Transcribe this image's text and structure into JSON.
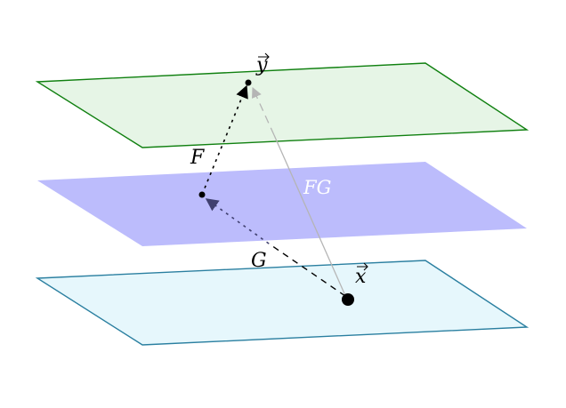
{
  "diagram": {
    "labels": {
      "y_vec": "y",
      "x_vec": "x",
      "F": "F",
      "G": "G",
      "FG": "FG"
    },
    "colors": {
      "plane_top_fill": "#e6f5e6",
      "plane_top_stroke": "#108010",
      "plane_mid_fill": "#bcbcfc",
      "plane_bottom_fill": "#e6f7fc",
      "plane_bottom_stroke": "#2a7fa0",
      "arrow_direct": "#b0b0b0",
      "arrow_dashed": "#000000",
      "arrow_head_mid": "#404070"
    }
  }
}
